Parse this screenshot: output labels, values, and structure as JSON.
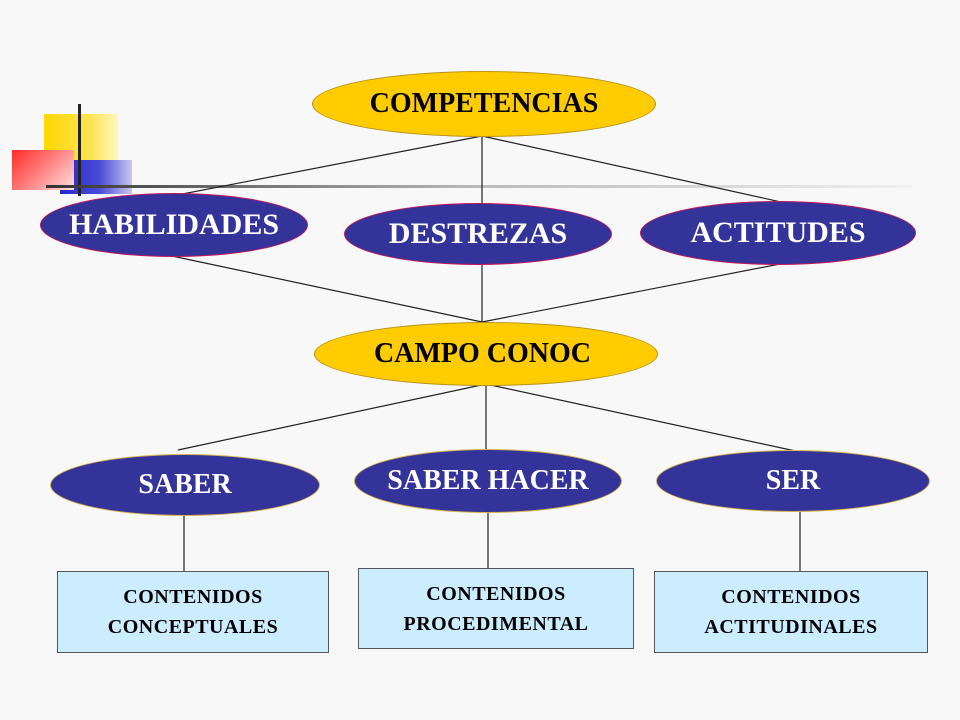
{
  "diagram": {
    "root": "COMPETENCIAS",
    "level1": [
      "HABILIDADES",
      "DESTREZAS",
      "ACTITUDES"
    ],
    "middle": {
      "text": "CAMPO CONOC",
      "suffix": "."
    },
    "level2": [
      "SABER",
      "SABER HACER",
      "SER"
    ],
    "contents": [
      {
        "line1": "CONTENIDOS",
        "line2": "CONCEPTUALES"
      },
      {
        "line1": "CONTENIDOS",
        "line2": "PROCEDIMENTAL"
      },
      {
        "line1": "CONTENIDOS",
        "line2": "ACTITUDINALES"
      }
    ]
  },
  "colors": {
    "yellow": "#ffcc00",
    "blue": "#333399",
    "box": "#ccecff",
    "background": "#f8f8f8"
  }
}
